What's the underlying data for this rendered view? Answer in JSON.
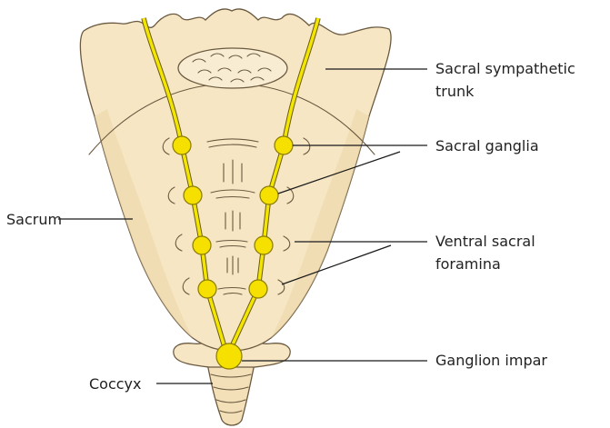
{
  "figure": {
    "colors": {
      "bone": "#f6e6c4",
      "bone_shadow": "#ead3a6",
      "bone_outline": "#6b5a40",
      "nerve": "#f2e600",
      "ganglion": "#f5e000",
      "leader": "#1a1a1a"
    },
    "labels": {
      "sympathetic_trunk_line1": "Sacral sympathetic",
      "sympathetic_trunk_line2": "trunk",
      "sacral_ganglia": "Sacral ganglia",
      "ventral_foramina_line1": "Ventral sacral",
      "ventral_foramina_line2": "foramina",
      "ganglion_impar": "Ganglion impar",
      "sacrum": "Sacrum",
      "coccyx": "Coccyx"
    }
  }
}
